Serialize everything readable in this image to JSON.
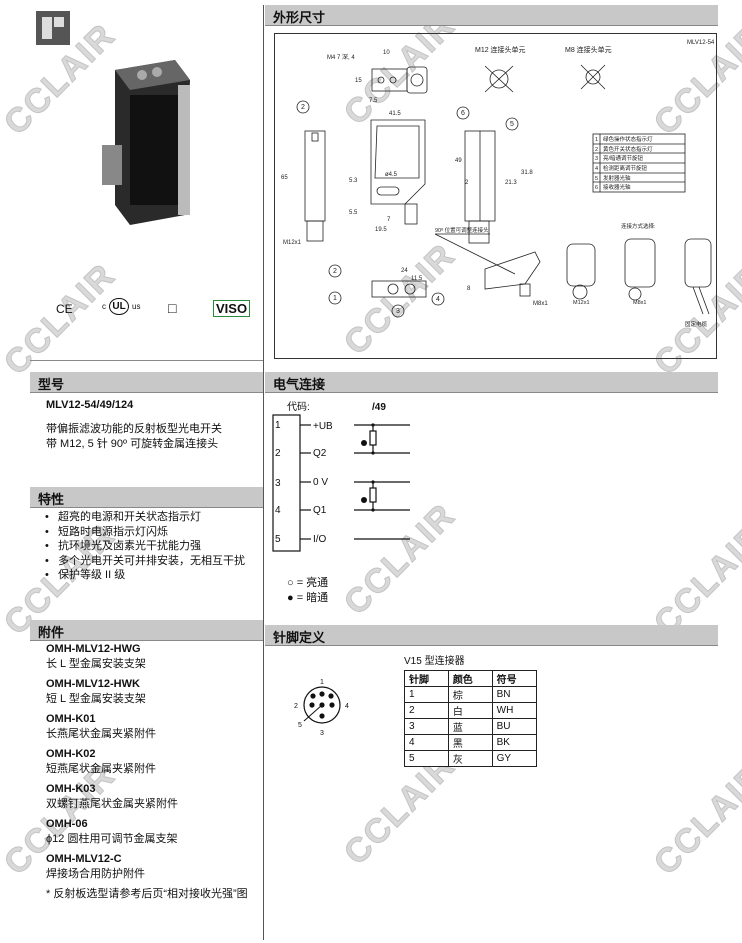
{
  "watermark": "CCLAIR",
  "left": {
    "certs": {
      "ce": "CE",
      "ul_c": "c",
      "ul_main": "UL",
      "ul_us": "us",
      "class2": "□",
      "visolux": "VISO"
    },
    "model": {
      "header": "型号",
      "name": "MLV12-54/49/124",
      "desc1": "带偏振滤波功能的反射板型光电开关",
      "desc2": "带 M12, 5 针 90º 可旋转金属连接头"
    },
    "features": {
      "header": "特性",
      "items": [
        "超亮的电源和开关状态指示灯",
        "短路时电源指示灯闪烁",
        "抗环境光及卤素光干扰能力强",
        "多个光电开关可并排安装，无相互干扰",
        "保护等级 II 级"
      ]
    },
    "accessories": {
      "header": "附件",
      "items": [
        {
          "code": "OMH-MLV12-HWG",
          "desc": "长 L 型金属安装支架"
        },
        {
          "code": "OMH-MLV12-HWK",
          "desc": "短 L 型金属安装支架"
        },
        {
          "code": "OMH-K01",
          "desc": "长燕尾状金属夹紧附件"
        },
        {
          "code": "OMH-K02",
          "desc": "短燕尾状金属夹紧附件"
        },
        {
          "code": "OMH-K03",
          "desc": "双螺钉燕尾状金属夹紧附件"
        },
        {
          "code": "OMH-06",
          "desc": "ϕ12 圆柱用可调节金属支架"
        },
        {
          "code": "OMH-MLV12-C",
          "desc": "焊接场合用防护附件"
        }
      ],
      "note": "* 反射板选型请参考后页“相对接收光强”图"
    }
  },
  "dimensions": {
    "header": "外形尺寸",
    "ref": "MLV12-54",
    "m12_title": "M12 连接头单元",
    "m8_title": "M8 连接头单元",
    "dims": {
      "m4": "M4 7 深, 4",
      "d10": "10",
      "d15": "15",
      "d7_5": "7.5",
      "d41_5": "41.5",
      "d65": "65",
      "d49": "49",
      "d4_5": "ø4.5",
      "d5_5": "5.5",
      "d5_3": "5.3",
      "d7": "7",
      "d19_5": "19.5",
      "d2": "2",
      "d21_3": "21.3",
      "d31_8": "31.8",
      "m12x1": "M12x1",
      "d24": "24",
      "d11_5": "11.5",
      "d8": "8",
      "m8x1": "M8x1"
    },
    "rotatable": "90º 位置可调整连接头",
    "legend": [
      "绿色操作状态指示灯",
      "黄色开关状态指示灯",
      "亮/暗通调节旋钮",
      "检测距离调节旋钮",
      "发射器光轴",
      "接收器光轴"
    ],
    "options_title": "连接方式选择:",
    "options": [
      "M12x1",
      "M8x1",
      "固定电缆"
    ]
  },
  "electrical": {
    "header": "电气连接",
    "code_label": "代码:",
    "code": "/49",
    "pins": [
      {
        "n": "1",
        "sig": "+UB"
      },
      {
        "n": "2",
        "sig": "Q2"
      },
      {
        "n": "3",
        "sig": "0 V"
      },
      {
        "n": "4",
        "sig": "Q1"
      },
      {
        "n": "5",
        "sig": "I/O"
      }
    ],
    "legend_light": "○ = 亮通",
    "legend_dark": "● = 暗通"
  },
  "pinout": {
    "header": "针脚定义",
    "connector": "V15 型连接器",
    "pin_labels": [
      "1",
      "2",
      "3",
      "4",
      "5"
    ],
    "columns": [
      "针脚",
      "颜色",
      "符号"
    ],
    "rows": [
      [
        "1",
        "棕",
        "BN"
      ],
      [
        "2",
        "白",
        "WH"
      ],
      [
        "3",
        "蓝",
        "BU"
      ],
      [
        "4",
        "黑",
        "BK"
      ],
      [
        "5",
        "灰",
        "GY"
      ]
    ]
  }
}
